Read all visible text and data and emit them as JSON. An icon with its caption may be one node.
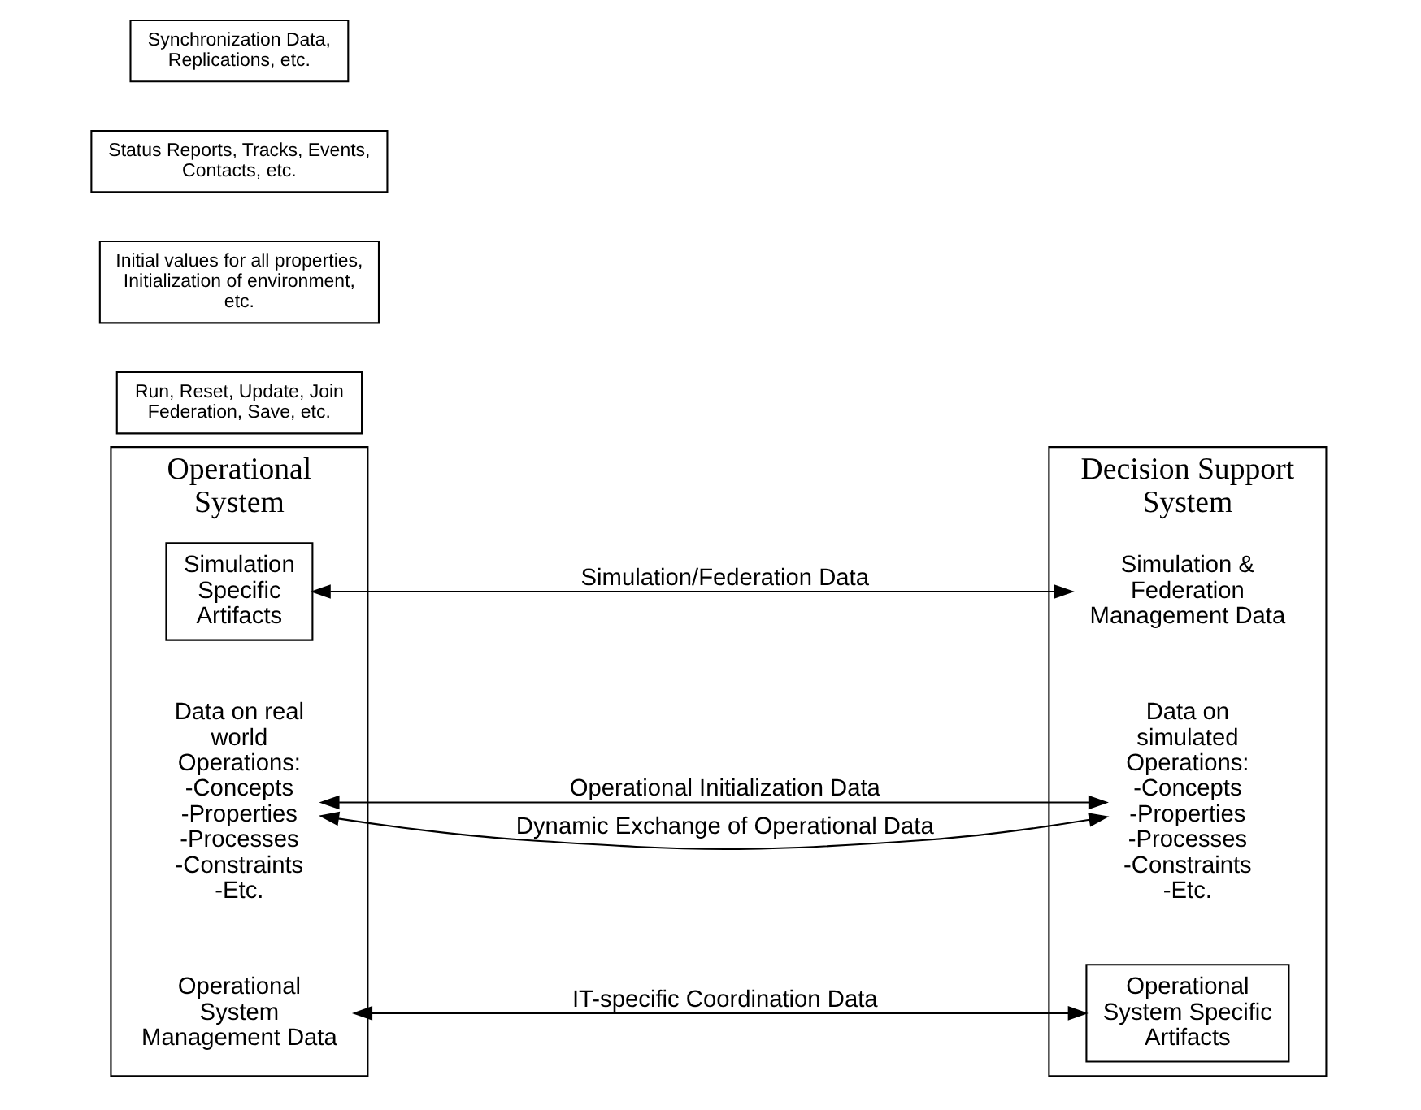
{
  "diagram": {
    "nodes": [
      {
        "text": [
          "Operational System"
        ]
      },
      {
        "text": [
          "Simulation Specific Artifacts"
        ],
        "in": 0
      },
      {
        "text": [
          "Data on real world Operations: -Concepts -Properties -Processes -Constraints -Etc."
        ],
        "in": 0
      },
      {
        "text": [
          "Operational System Management Data"
        ],
        "in": 0
      },
      {
        "text": [
          "Decision Support System"
        ]
      },
      {
        "text": [
          "Simulation & Federation Management Data"
        ],
        "in": 4
      },
      {
        "text": [
          "Data on simulated Operations: -Concepts -Properties -Processes -Constraints -Etc."
        ],
        "in": 4
      },
      {
        "text": [
          "Operational System Specific Artifacts"
        ],
        "in": 4
      },
      {
        "text": [
          "Run, Reset, Update, Join Federation, Save, etc."
        ]
      },
      {
        "text": [
          "Initial values for all properties, Initialization of environment, etc."
        ]
      },
      {
        "text": [
          "Status Reports, Tracks, Events, Contacts, etc."
        ]
      },
      {
        "text": [
          "Synchronization Data, Replications, etc."
        ]
      }
    ],
    "edges": [
      {
        "from": 1,
        "to": 5,
        "arrow": "both",
        "label": "Simulation/Federation Data"
      },
      {
        "from": 2,
        "to": 6,
        "arrow": "both",
        "label": "Operational Initialization Data"
      },
      {
        "from": 2,
        "to": 6,
        "arrow": "both",
        "label": "Dynamic Exchange of Operational Data"
      },
      {
        "from": 3,
        "to": 7,
        "arrow": "both",
        "label": "IT-specific Coordination Data"
      }
    ]
  }
}
